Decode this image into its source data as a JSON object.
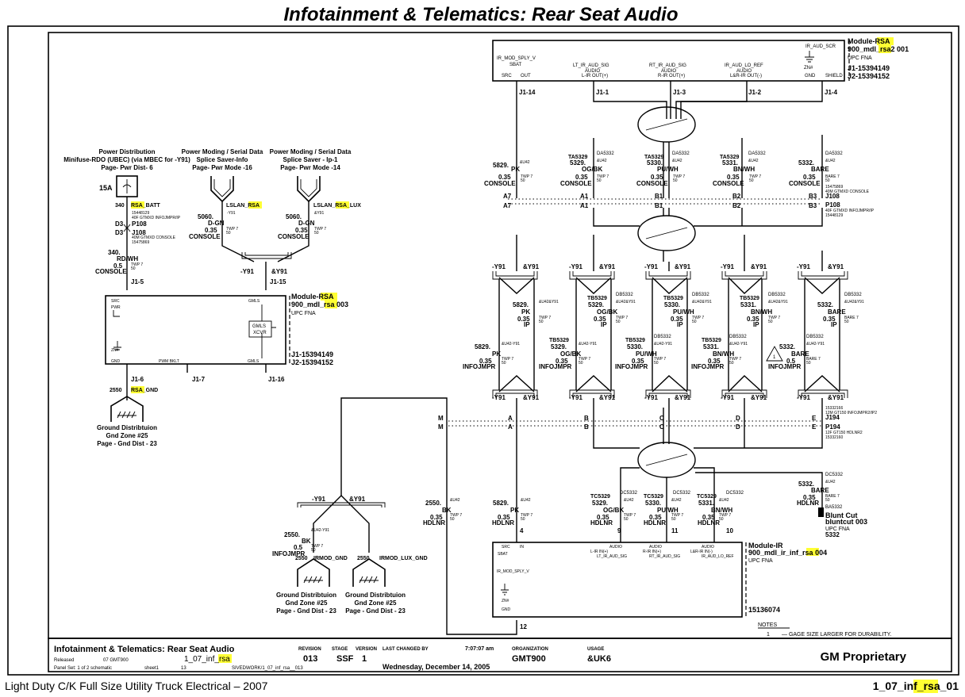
{
  "title": "Infotainment & Telematics: Rear Seat Audio",
  "footer_left": "Light Duty C/K Full Size Utility Truck Electrical – 2007",
  "footer_right": {
    "prefix": "1_07_inf_",
    "hl": "rsa",
    "suffix": "_01"
  },
  "module_rsa_top": {
    "line1_prefix": "Module-",
    "line1_hl": "RSA",
    "line2_prefix": "900_mdl_",
    "line2_hl": "rsa",
    "line2_suffix": "2 001",
    "upc": "UPC   FNA",
    "j1": "J1-15394149",
    "j2": "J2-15394152",
    "pins_top": [
      "IR_MOD_SPLY_V",
      "LT_IR_AUD_SIG",
      "RT_IR_AUD_SIG",
      "IR_AUD_LO_REF",
      "IR_AUD_SCR"
    ],
    "pins_mid": [
      "SBAT",
      "AUDIO",
      "AUDIO",
      "AUDIO"
    ],
    "pins_bot": [
      "SRC",
      "OUT",
      "L-IR OUT(+)",
      "R-IR OUT(+)",
      "L&R-IR OUT(-)",
      "GND",
      "SHIELD"
    ],
    "zn": "ZN#",
    "conns": [
      "J1-14",
      "J1-1",
      "J1-3",
      "J1-2",
      "J1-4"
    ]
  },
  "power_dist": {
    "title": "Power Distribution",
    "line2": "Minifuse-RDO (UBEC) (via MBEC for -Y91)",
    "line3": "Page-  Pwr Dist- 6",
    "fuse": "15A",
    "wire_num": "340",
    "wire_hl": "RSA",
    "wire_suffix": "_BATT",
    "conn_note1": "15448129",
    "conn_note2": "40F GTMXD INFOJMPR/IP",
    "d3a": "D3",
    "p108": "P108",
    "d3b": "D3",
    "j108": "J108",
    "j108_note1": "40M GTMXD CONSOLE",
    "j108_note2": "15475869",
    "wire_id": "340.",
    "color": "RD/WH",
    "gauge": "0.5",
    "twp": "TWP 7",
    "twp2": "50",
    "loc": "CONSOLE"
  },
  "pwr_moding_1": {
    "title": "Power Moding / Serial Data",
    "line2": "Splice Saver-Info",
    "line3": "Page-  Pwr Mode -16",
    "sig_prefix": "LSLAN_",
    "sig_hl": "RSA",
    "opt": "-Y91",
    "wire_id": "5060.",
    "color": "D-GN",
    "gauge": "0.35",
    "twp": "TWP 7",
    "twp2": "50",
    "loc": "CONSOLE"
  },
  "pwr_moding_2": {
    "title": "Power Moding / Serial Data",
    "line2": "Splice Saver - Ip-1",
    "line3": "Page-  Pwr Mode -14",
    "sig_prefix": "LSLAN_",
    "sig_hl": "RSA",
    "sig_suffix": "_LUX",
    "opt": "&Y91",
    "wire_id": "5060.",
    "color": "D-GN",
    "gauge": "0.35",
    "twp": "TWP 7",
    "twp2": "50",
    "loc": "CONSOLE"
  },
  "module_rsa_left": {
    "line1_prefix": "Module-",
    "line1_hl": "RSA",
    "line2_prefix": "900_mdl_",
    "line2_hl": "rsa",
    "line2_suffix": " 003",
    "upc": "UPC    FNA",
    "j1": "J1-15394149",
    "j2": "J2-15394152",
    "src": "SRC",
    "pwr": "PWR",
    "gmls": "GMLS",
    "zn": "ZN#",
    "gnd": "GND",
    "pwm": "PWM BKLT",
    "gmls2": "GMLS",
    "xcvr_1": "GMLS",
    "xcvr_2": "XCVR",
    "opt_a": "-Y91",
    "opt_b": "&Y91",
    "conns": [
      "J1-5",
      "J1-15",
      "J1-6",
      "J1-7",
      "J1-16"
    ]
  },
  "ground_left": {
    "wire_num": "2550",
    "wire_hl": "RSA",
    "wire_suffix": "_GND",
    "title": "Ground Distribtuion",
    "line2": "Gnd Zone #25",
    "line3": "Page - Gnd Dist - 23"
  },
  "row_console": {
    "wires": [
      {
        "code": "&U42",
        "id": "5829.",
        "color": "PK",
        "gauge": "0.35",
        "twp": "TWP 7",
        "twp2": "50",
        "loc": "CONSOLE"
      },
      {
        "code": "DA5332",
        "pre": "TA5329",
        "code2": "&U42",
        "id": "5329.",
        "color": "OG/BK",
        "gauge": "0.35",
        "twp": "TWP 7",
        "twp2": "50",
        "loc": "CONSOLE"
      },
      {
        "code": "DA5332",
        "pre": "TA5329",
        "code2": "&U42",
        "id": "5330.",
        "color": "PU/WH",
        "gauge": "0.35",
        "twp": "TWP 7",
        "twp2": "50",
        "loc": "CONSOLE"
      },
      {
        "code": "DA5332",
        "pre": "TA5329",
        "code2": "&U42",
        "id": "5331.",
        "color": "BN/WH",
        "gauge": "0.35",
        "twp": "TWP 7",
        "twp2": "50",
        "loc": "CONSOLE"
      },
      {
        "code": "DA5332",
        "code2": "&U42",
        "id": "5332.",
        "color": "BARE",
        "gauge": "0.35",
        "twp": "BARE 7",
        "twp2": "50",
        "loc": "CONSOLE"
      }
    ],
    "pins_upper": [
      "A7",
      "A1",
      "B1",
      "B2",
      "B3"
    ],
    "pins_lower": [
      "A7",
      "A1",
      "B1",
      "B2",
      "B3"
    ],
    "j108": "J108",
    "j108_note1": "15475869",
    "j108_note2": "40M GTMXD CONSOLE",
    "p108": "P108",
    "p108_note1": "40F GTMXD INFOJMPR/IP",
    "p108_note2": "15448129"
  },
  "row_ip": {
    "opts": [
      "-Y91",
      "&Y91"
    ],
    "upper": [
      {
        "id": "5829.",
        "color": "PK",
        "code": "&U42&Y91",
        "gauge": "0.35",
        "twp": "TWP 7",
        "twp2": "50",
        "loc": "IP"
      },
      {
        "pre": "TB5329",
        "id": "5329.",
        "color": "OG/BK",
        "code": "DB5332",
        "code2": "&U42&Y91",
        "gauge": "0.35",
        "twp": "TWP 7",
        "twp2": "50",
        "loc": "IP"
      },
      {
        "pre": "TB5329",
        "id": "5330.",
        "color": "PU/WH",
        "code": "DB5332",
        "code2": "&U42&Y91",
        "gauge": "0.35",
        "twp": "TWP 7",
        "twp2": "50",
        "loc": "IP"
      },
      {
        "pre": "TB5329",
        "id": "5331.",
        "color": "BN/WH",
        "code": "DB5332",
        "code2": "&U42&Y91",
        "gauge": "0.35",
        "twp": "TWP 7",
        "twp2": "50",
        "loc": "IP"
      },
      {
        "id": "5332.",
        "color": "BARE",
        "code": "DB5332",
        "code2": "&U42&Y91",
        "gauge": "0.35",
        "twp": "BARE 7",
        "twp2": "50",
        "loc": "IP"
      }
    ],
    "lower": [
      {
        "id": "5829.",
        "color": "PK",
        "code": "&U42-Y91",
        "gauge": "0.35",
        "twp": "TWP 7",
        "twp2": "50",
        "loc": "INFOJMPR"
      },
      {
        "pre": "TB5329",
        "id": "5329.",
        "color": "OG/BK",
        "code": "&U42-Y91",
        "gauge": "0.35",
        "twp": "TWP 7",
        "twp2": "50",
        "loc": "INFOJMPR"
      },
      {
        "pre": "TB5329",
        "id": "5330.",
        "color": "PU/WH",
        "code": "DB5332",
        "code2": "&U42-Y91",
        "gauge": "0.35",
        "twp": "TWP 7",
        "twp2": "50",
        "loc": "INFOJMPR"
      },
      {
        "pre": "TB5329",
        "id": "5331.",
        "color": "BN/WH",
        "code": "DB5332",
        "code2": "&U42-Y91",
        "gauge": "0.35",
        "twp": "TWP 7",
        "twp2": "50",
        "loc": "INFOJMPR"
      },
      {
        "id": "5332.",
        "color": "BARE",
        "code": "DB5332",
        "code2": "&U42-Y91",
        "gauge": "0.5",
        "twp": "BARE 7",
        "twp2": "50",
        "loc": "INFOJMPR",
        "note": "1"
      }
    ]
  },
  "row_hdlnr_pins": {
    "upper": [
      "M",
      "A",
      "B",
      "C",
      "D",
      "E"
    ],
    "lower": [
      "M",
      "A",
      "B",
      "C",
      "D",
      "E"
    ],
    "j194": "J194",
    "j194_note1": "15332166",
    "j194_note2": "12M GT150 INFOJMPR2/IP2",
    "p194": "P194",
    "p194_note1": "12F GT150 HDLNR2",
    "p194_note2": "15332160"
  },
  "row_hdlnr": {
    "wires": [
      {
        "id": "2550.",
        "color": "BK",
        "code": "&U42",
        "gauge": "0.35",
        "twp": "TWP 7",
        "twp2": "50",
        "loc": "HDLNR"
      },
      {
        "id": "5829.",
        "color": "PK",
        "code": "&U42",
        "gauge": "0.35",
        "twp": "TWP 7",
        "twp2": "50",
        "loc": "HDLNR"
      },
      {
        "pre": "TC5329",
        "id": "5329.",
        "color": "OG/BK",
        "code": "DC5332",
        "code2": "&U42",
        "gauge": "0.35",
        "twp": "TWP 7",
        "twp2": "50",
        "loc": "HDLNR"
      },
      {
        "pre": "TC5329",
        "id": "5330.",
        "color": "PU/WH",
        "code": "DC5332",
        "code2": "&U42",
        "gauge": "0.35",
        "twp": "TWP 7",
        "twp2": "50",
        "loc": "HDLNR"
      },
      {
        "pre": "TC5329",
        "id": "5331.",
        "color": "BN/WH",
        "code": "DC5332",
        "code2": "&U42",
        "gauge": "0.35",
        "twp": "TWP 7",
        "twp2": "50",
        "loc": "HDLNR"
      },
      {
        "id": "5332.",
        "color": "BARE",
        "code": "DC5332",
        "code2": "&U42",
        "gauge": "0.35",
        "twp": "BARE 7",
        "twp2": "50",
        "loc": "HDLNR"
      }
    ],
    "blunt_code": "BA5332",
    "blunt_1": "Blunt Cut",
    "blunt_2": "bluntcut   003",
    "blunt_upc": "UPC   FNA",
    "blunt_part": "5332"
  },
  "module_ir": {
    "line1": "Module-IR",
    "line2_prefix": "900_mdl_ir_inf_",
    "line2_hl": "rsa",
    "line2_suffix": " 004",
    "upc": "UPC   FNA",
    "part": "15136074",
    "pins_audio": [
      "AUDIO",
      "AUDIO",
      "AUDIO"
    ],
    "pins_mid": [
      "L-IR IN(+)",
      "R-IR IN(+)",
      "L&R-IR IN(-)"
    ],
    "pins_sig": [
      "LT_IR_AUD_SIG",
      "RT_IR_AUD_SIG",
      "IR_AUD_LO_REF"
    ],
    "src": "SRC",
    "in": "IN",
    "sbat": "SBAT",
    "sply": "IR_MOD_SPLY_V",
    "zn": "ZN#",
    "gnd": "GND",
    "conns": [
      "4",
      "9",
      "11",
      "10",
      "12"
    ]
  },
  "ground_split": {
    "opt_a": "-Y91",
    "opt_b": "&Y91",
    "wire_id": "2550.",
    "color": "BK",
    "code": "&U42-Y91",
    "gauge": "0.5",
    "twp": "TWP 7",
    "twp2": "50",
    "loc": "INFOJMPR",
    "g1_num": "2550",
    "g1_name": "IRMOD_GND",
    "g2_num": "2550",
    "g2_name": "IRMOD_LUX_GND",
    "g_title": "Ground Distribtuion",
    "g_line2": "Gnd Zone #25",
    "g_line3": "Page - Gnd Dist - 23"
  },
  "notes": {
    "title": "NOTES",
    "item_num": "1",
    "item": "— GAGE SIZE LARGER FOR DURABILITY."
  },
  "title_block": {
    "title": "Infotainment & Telematics: Rear Seat Audio",
    "released": "Released",
    "released_val": "07   GMT900",
    "panel": "Panel Set:   1   of  2    schematic",
    "sheet": "sheet1",
    "sheet_num": "13",
    "file_prefix": "1_07_inf_",
    "file_hl": "rsa",
    "path": "SIVEDWORK/1_07_inf_rsa__013",
    "rev_label": "REVISION",
    "rev": "013",
    "stage_label": "STAGE",
    "stage": "SSF",
    "version_label": "VERSION",
    "version": "1",
    "changed_label": "LAST CHANGED BY",
    "time": "7:07:07 am",
    "date": "Wednesday, December 14, 2005",
    "org_label": "ORGANIZATION",
    "org": "GMT900",
    "usage_label": "USAGE",
    "usage": "&UK6",
    "proprietary": "GM Proprietary"
  }
}
